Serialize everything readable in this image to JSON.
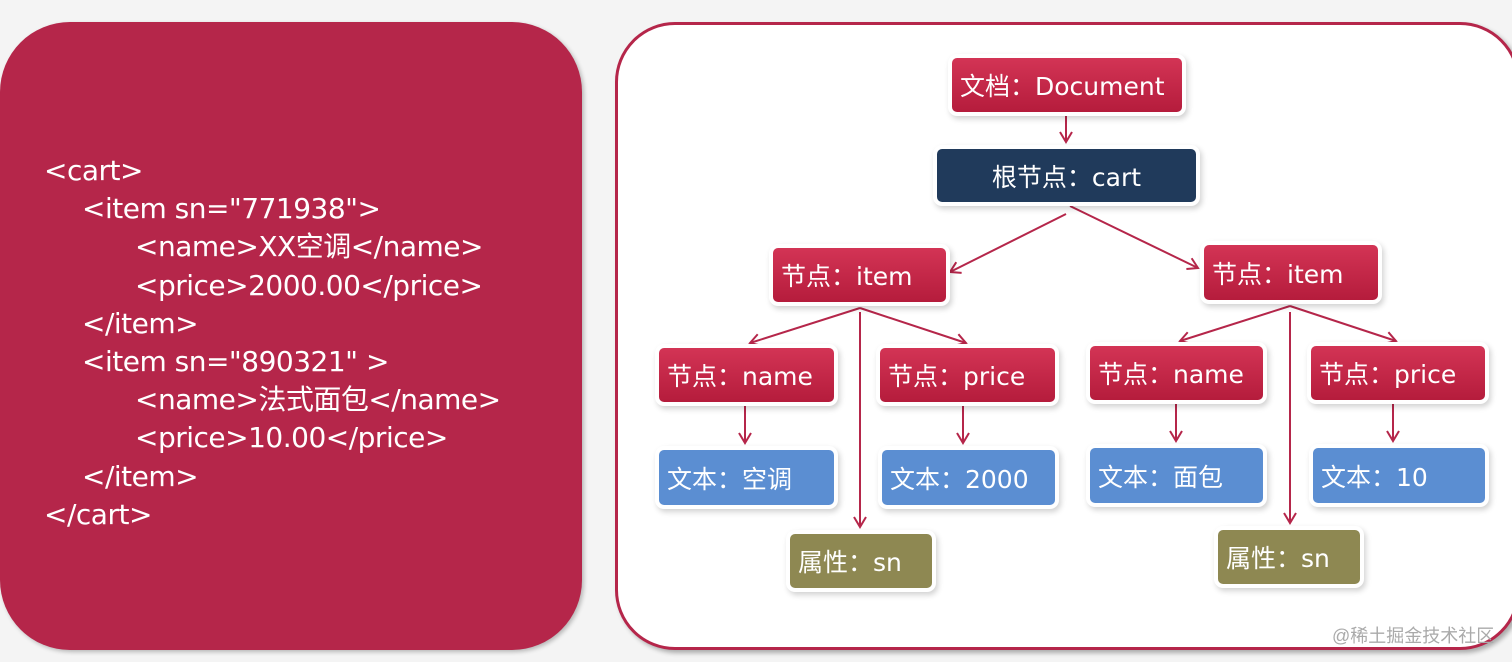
{
  "xml_code": {
    "lines": [
      "<cart>",
      "<item sn=\"771938\">",
      "<name>XX空调</name>",
      "<price>2000.00</price>",
      "</item>",
      "<item sn=\"890321\" >",
      "<name>法式面包</name>",
      "<price>10.00</price>",
      "</item>",
      "</cart>"
    ]
  },
  "tree": {
    "document": "文档：Document",
    "root": "根节点：cart",
    "item1": "节点：item",
    "item2": "节点：item",
    "name1": "节点：name",
    "price1": "节点：price",
    "name2": "节点：name",
    "price2": "节点：price",
    "text1": "文本：空调",
    "text2": "文本：2000",
    "text3": "文本：面包",
    "text4": "文本：10",
    "attr1": "属性：sn",
    "attr2": "属性：sn"
  },
  "colors": {
    "element": "#c0234a",
    "root": "#203a5b",
    "text": "#5b8ed2",
    "attribute": "#8e8852"
  },
  "watermark": "@稀土掘金技术社区"
}
